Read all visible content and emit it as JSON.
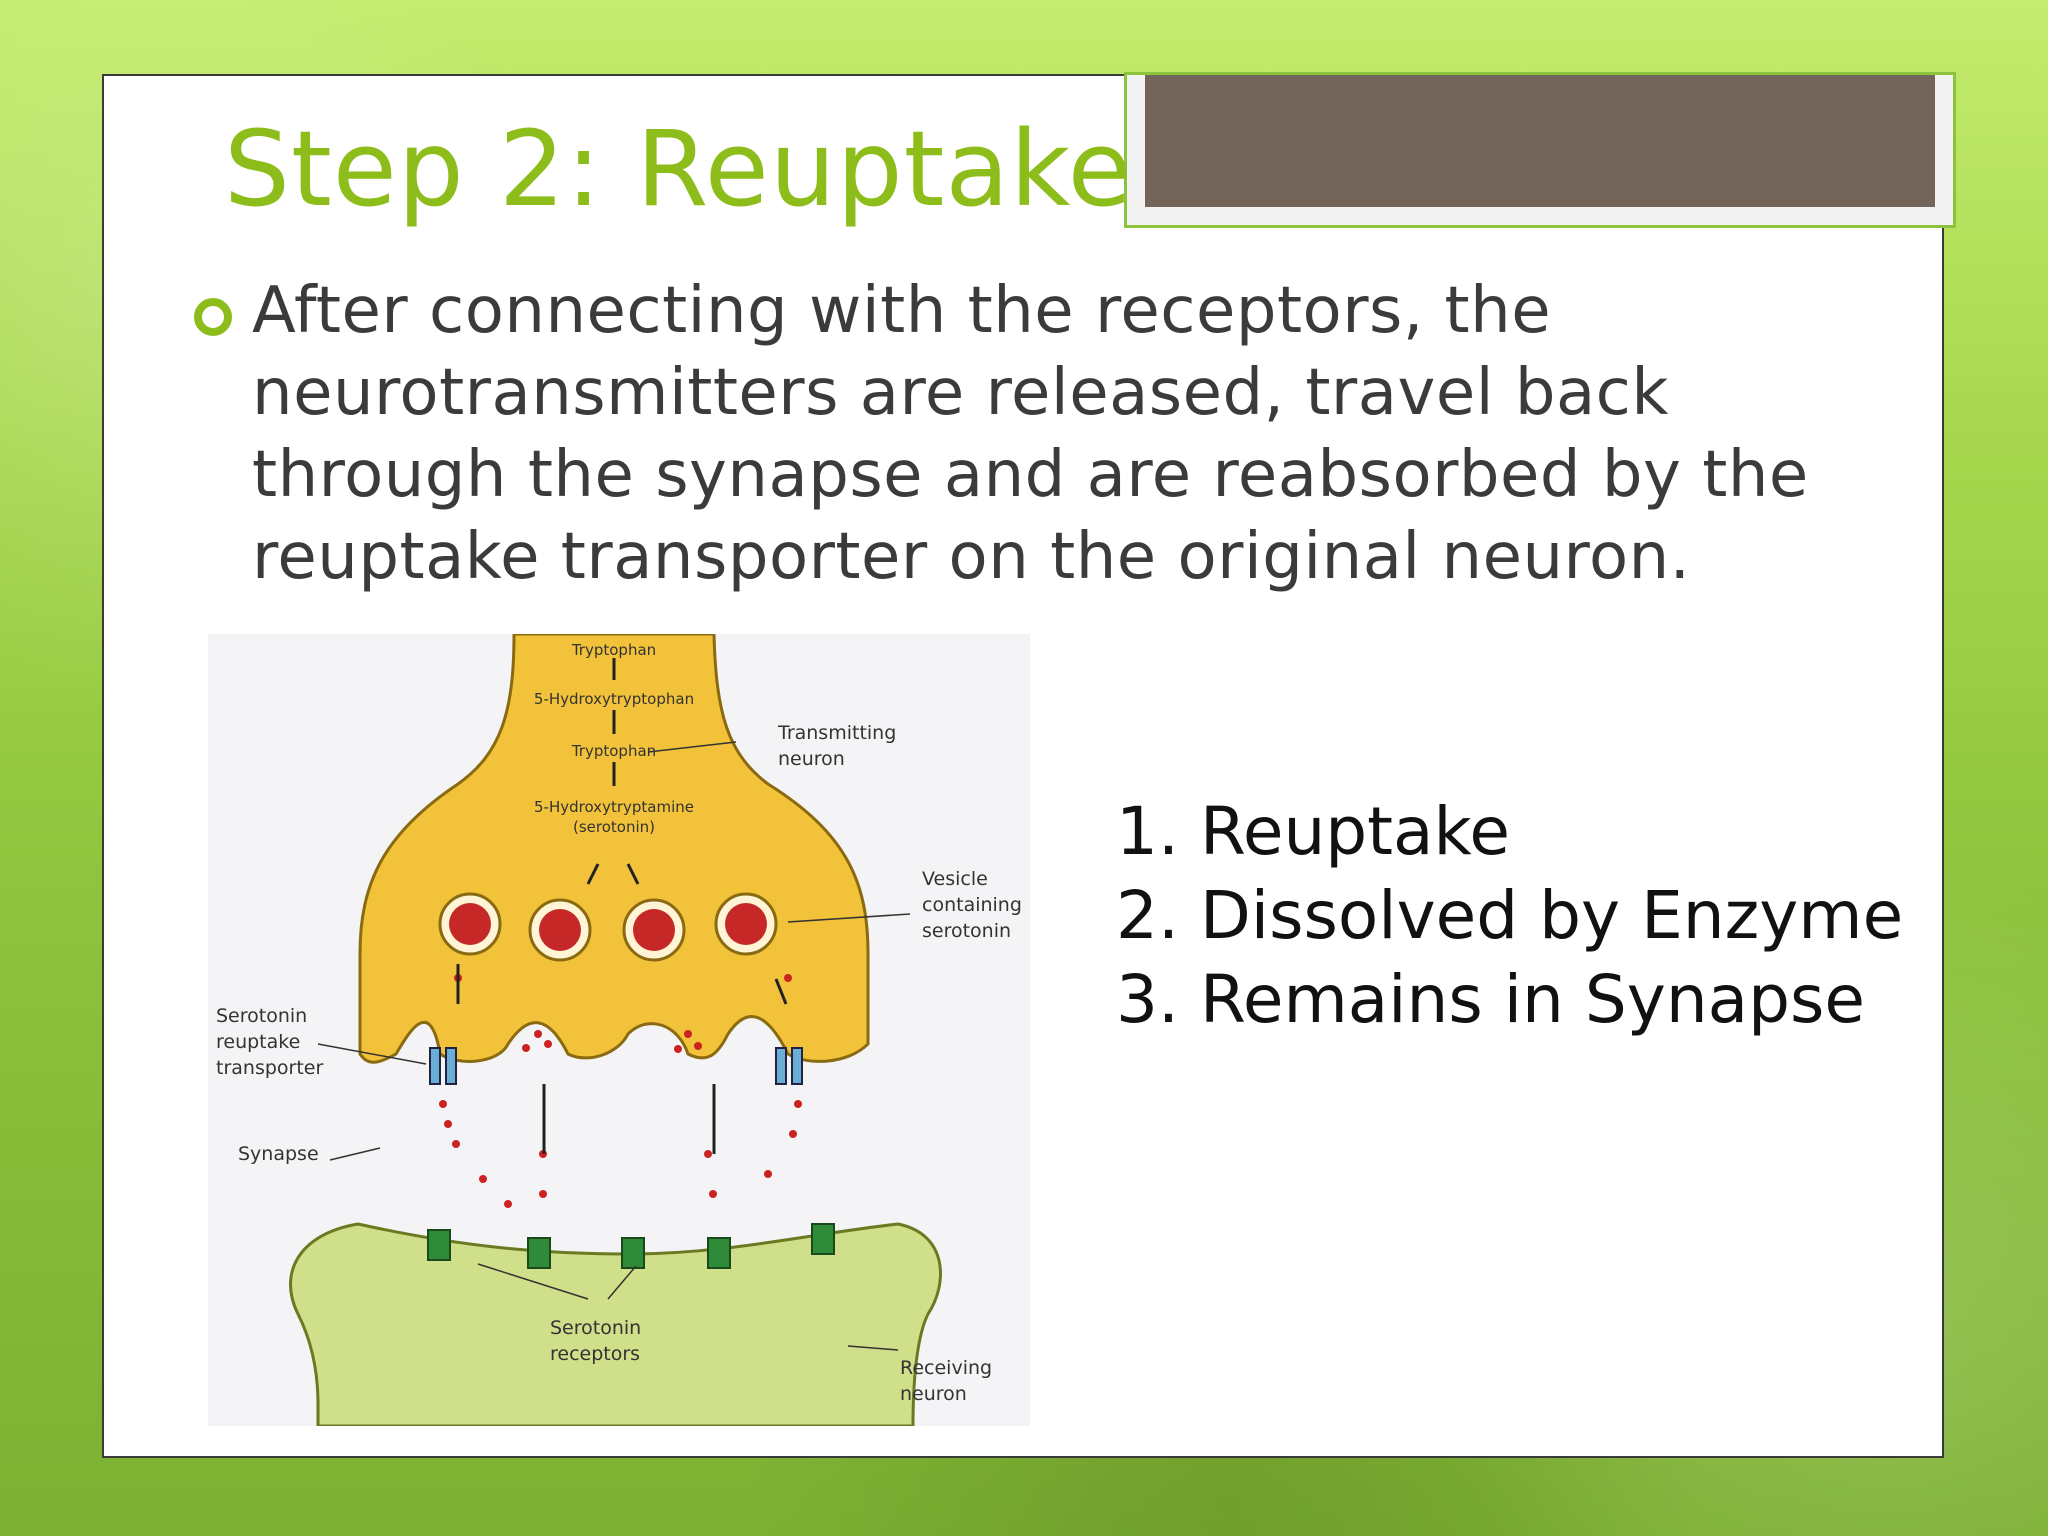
{
  "slide": {
    "title": "Step 2: Reuptake",
    "bullet": "After connecting with the receptors, the neurotransmitters are released, travel back through the synapse and are reabsorbed by the reuptake transporter on the original neuron.",
    "list": [
      "1. Reuptake",
      "2. Dissolved by Enzyme",
      "3. Remains in Synapse"
    ]
  },
  "figure": {
    "pathway": [
      "Tryptophan",
      "5-Hydroxytryptophan",
      "Tryptophan",
      "5-Hydroxytryptamine",
      "(serotonin)"
    ],
    "transmitting_neuron": [
      "Transmitting",
      "neuron"
    ],
    "vesicle": [
      "Vesicle",
      "containing",
      "serotonin"
    ],
    "transporter": [
      "Serotonin",
      "reuptake",
      "transporter"
    ],
    "synapse": "Synapse",
    "receptors": [
      "Serotonin",
      "receptors"
    ],
    "receiving_neuron": [
      "Receiving",
      "neuron"
    ]
  },
  "colors": {
    "title": "#8dbd1a",
    "accent": "#8dc23c",
    "title_box": "#736559",
    "neuron_top": "#f2c23a",
    "neuron_bottom": "#cfdf8a",
    "serotonin": "#cc2222",
    "transporter": "#6aaed6",
    "receptor": "#2f8a3a"
  }
}
